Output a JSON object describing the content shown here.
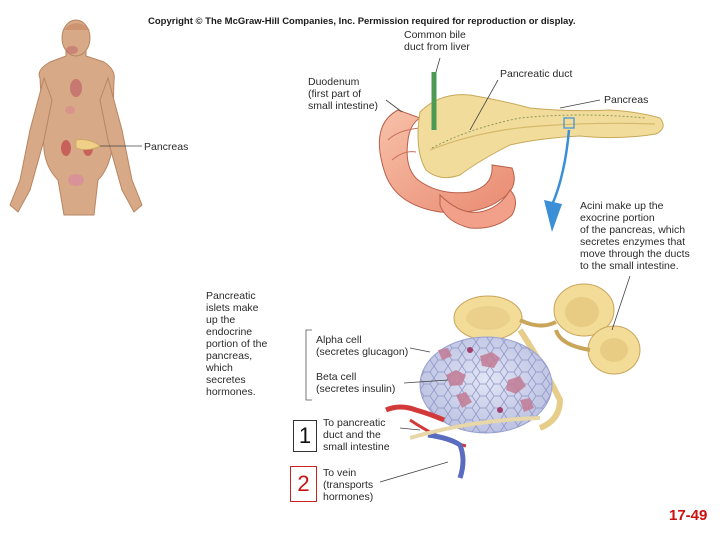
{
  "copyright": "Copyright © The McGraw-Hill Companies, Inc. Permission required for reproduction or display.",
  "labels": {
    "pancreas_body": "Pancreas",
    "common_bile_duct": "Common bile\nduct from liver",
    "duodenum": "Duodenum\n(first part of\nsmall intestine)",
    "pancreatic_duct": "Pancreatic duct",
    "pancreas": "Pancreas",
    "acini": "Acini make up the\nexocrine portion\nof the pancreas, which\nsecretes enzymes that\nmove through the ducts\nto the small intestine.",
    "islets": "Pancreatic\nislets make\nup the\nendocrine\nportion of the\npancreas,\nwhich\nsecretes\nhormones.",
    "alpha_cell": "Alpha cell\n(secretes glucagon)",
    "beta_cell": "Beta cell\n(secretes insulin)",
    "to_duct": "To pancreatic\nduct and the\nsmall intestine",
    "to_vein": "To vein\n(transports\nhormones)"
  },
  "markers": {
    "box1": "1",
    "box2": "2"
  },
  "page_number": "17-49",
  "colors": {
    "skin": "#d9b08a",
    "pancreas": "#f0dca0",
    "duodenum": "#f4a88c",
    "islet": "#c8cde8",
    "acini": "#f3dc98",
    "artery": "#d23a3a",
    "vein": "#5a6cc0",
    "arrow": "#3b8fd6",
    "red_marker": "#cc1111"
  }
}
